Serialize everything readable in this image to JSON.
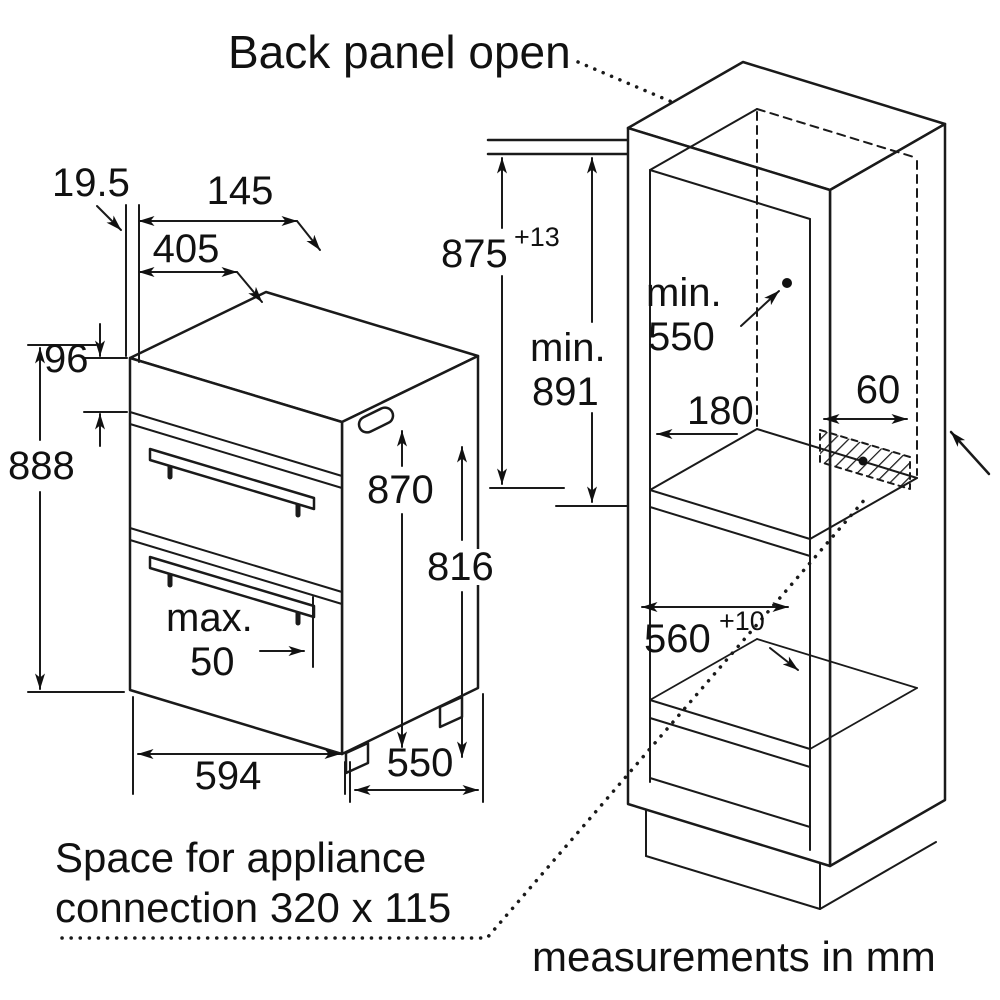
{
  "title": "Back panel open",
  "notes": {
    "space_line1": "Space for appliance",
    "space_line2": "connection 320 x 115",
    "units": "measurements in mm"
  },
  "oven": {
    "door_protrusion": "19.5",
    "depth_145": "145",
    "depth_405": "405",
    "panel_height": "96",
    "total_height": "888",
    "carcass_height": "870",
    "rear_height": "816",
    "handle_max_prefix": "max.",
    "handle_max_value": "50",
    "width": "594",
    "depth": "550"
  },
  "cabinet": {
    "niche_height": "875",
    "niche_height_tol": "+13",
    "min_height_prefix": "min.",
    "min_height_value": "891",
    "min_depth_prefix": "min.",
    "min_depth_value": "550",
    "rear_offset": "180",
    "vent_width": "60",
    "niche_depth": "560",
    "niche_depth_tol": "+10"
  }
}
